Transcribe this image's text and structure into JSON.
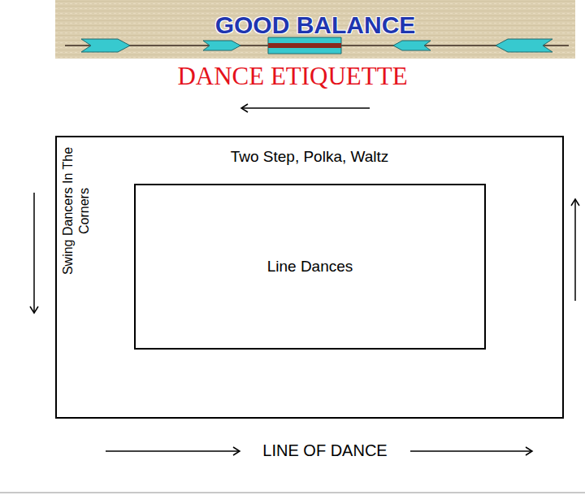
{
  "diagram": {
    "title": "DANCE ETIQUETTE",
    "nodes": [
      {
        "text": [
          "Two Step, Polka, Waltz",
          "Swing Dancers In The Corners"
        ]
      },
      {
        "text": [
          "Line Dances"
        ],
        "in": 0
      }
    ],
    "labels": [
      "GOOD BALANCE",
      "LINE OF DANCE"
    ]
  }
}
